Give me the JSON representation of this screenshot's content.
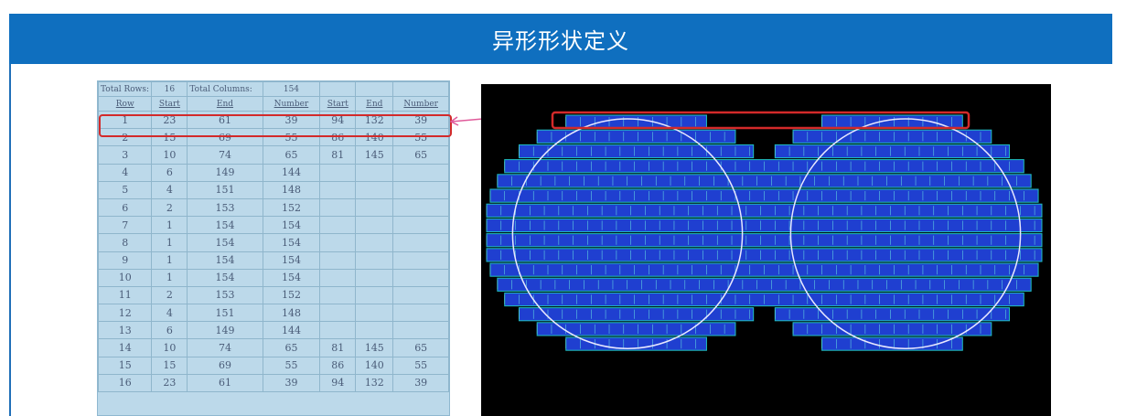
{
  "header": {
    "title": "异形形状定义"
  },
  "table": {
    "meta": [
      "Total Rows:",
      "16",
      "Total Columns:",
      "154",
      "",
      "",
      ""
    ],
    "columns": [
      "Row",
      "Start",
      "End",
      "Number",
      "Start",
      "End",
      "Number"
    ],
    "rows": [
      [
        "1",
        "23",
        "61",
        "39",
        "94",
        "132",
        "39"
      ],
      [
        "2",
        "15",
        "69",
        "55",
        "86",
        "140",
        "55"
      ],
      [
        "3",
        "10",
        "74",
        "65",
        "81",
        "145",
        "65"
      ],
      [
        "4",
        "6",
        "149",
        "144",
        "",
        "",
        ""
      ],
      [
        "5",
        "4",
        "151",
        "148",
        "",
        "",
        ""
      ],
      [
        "6",
        "2",
        "153",
        "152",
        "",
        "",
        ""
      ],
      [
        "7",
        "1",
        "154",
        "154",
        "",
        "",
        ""
      ],
      [
        "8",
        "1",
        "154",
        "154",
        "",
        "",
        ""
      ],
      [
        "9",
        "1",
        "154",
        "154",
        "",
        "",
        ""
      ],
      [
        "10",
        "1",
        "154",
        "154",
        "",
        "",
        ""
      ],
      [
        "11",
        "2",
        "153",
        "152",
        "",
        "",
        ""
      ],
      [
        "12",
        "4",
        "151",
        "148",
        "",
        "",
        ""
      ],
      [
        "13",
        "6",
        "149",
        "144",
        "",
        "",
        ""
      ],
      [
        "14",
        "10",
        "74",
        "65",
        "81",
        "145",
        "65"
      ],
      [
        "15",
        "15",
        "69",
        "55",
        "86",
        "140",
        "55"
      ],
      [
        "16",
        "23",
        "61",
        "39",
        "94",
        "132",
        "39"
      ]
    ]
  },
  "colors": {
    "header_bg": "#0f6fbf",
    "highlight": "#d32a2a",
    "module_fill": "#1f3fd0",
    "module_edge": "#20c0c0",
    "outline": "#e8e8ff"
  }
}
